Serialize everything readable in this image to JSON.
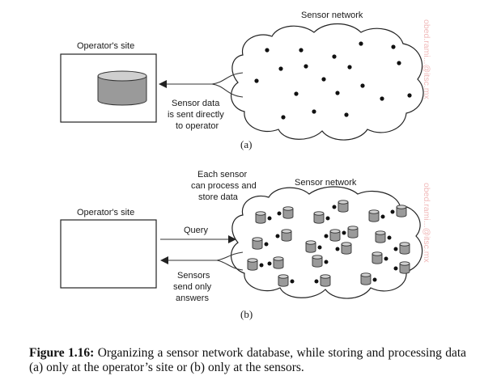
{
  "panel_a": {
    "operator_label": "Operator's site",
    "network_label": "Sensor network",
    "arrow_label": [
      "Sensor data",
      "is sent directly",
      "to operator"
    ],
    "sublabel": "(a)",
    "watermark": "obed.rami...@itsc.mx"
  },
  "panel_b": {
    "operator_label": "Operator's site",
    "network_label": "Sensor network",
    "sensor_note": [
      "Each sensor",
      "can process and",
      "store data"
    ],
    "query_label": "Query",
    "answer_label": [
      "Sensors",
      "send only",
      "answers"
    ],
    "sublabel": "(b)",
    "watermark": "obed.rami...@itsc.mx"
  },
  "caption": {
    "figure_label": "Figure 1.16:",
    "text": "Organizing a sensor network database, while storing and processing data (a) only at the operator’s site or (b) only at the sensors."
  }
}
